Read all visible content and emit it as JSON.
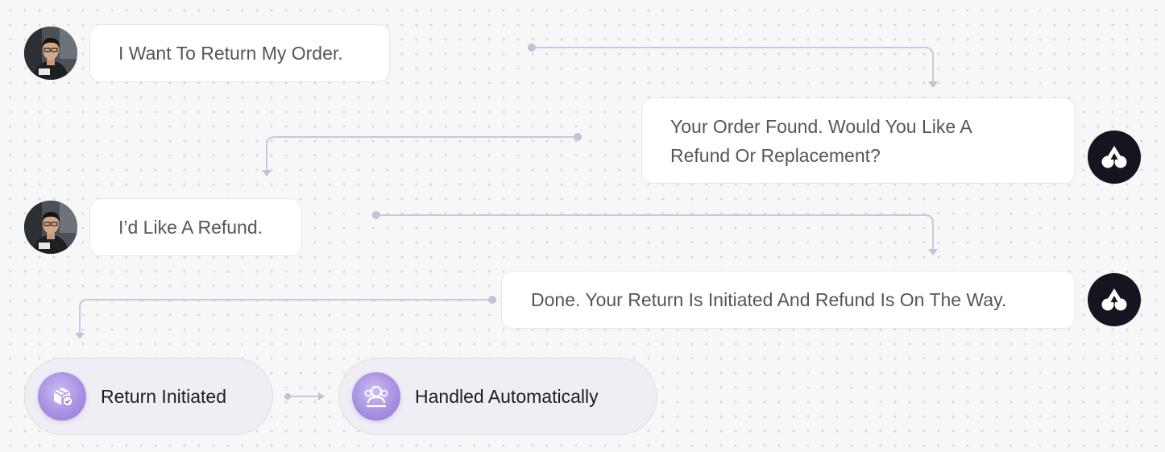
{
  "conversation": {
    "messages": [
      {
        "sender": "customer",
        "text": "I Want To Return My Order."
      },
      {
        "sender": "assistant",
        "text": "Your Order Found. Would You Like A Refund Or Replacement?"
      },
      {
        "sender": "customer",
        "text": "I’d Like A Refund."
      },
      {
        "sender": "assistant",
        "text": "Done. Your Return Is Initiated And Refund Is On The Way."
      }
    ]
  },
  "status": {
    "steps": [
      {
        "label": "Return Initiated",
        "icon": "package-check-icon"
      },
      {
        "label": "Handled Automatically",
        "icon": "user-group-icon"
      }
    ]
  },
  "colors": {
    "connector": "#cbc8dc",
    "bot_avatar_bg": "#16151f",
    "pill_icon_accent": "#a891e2"
  }
}
